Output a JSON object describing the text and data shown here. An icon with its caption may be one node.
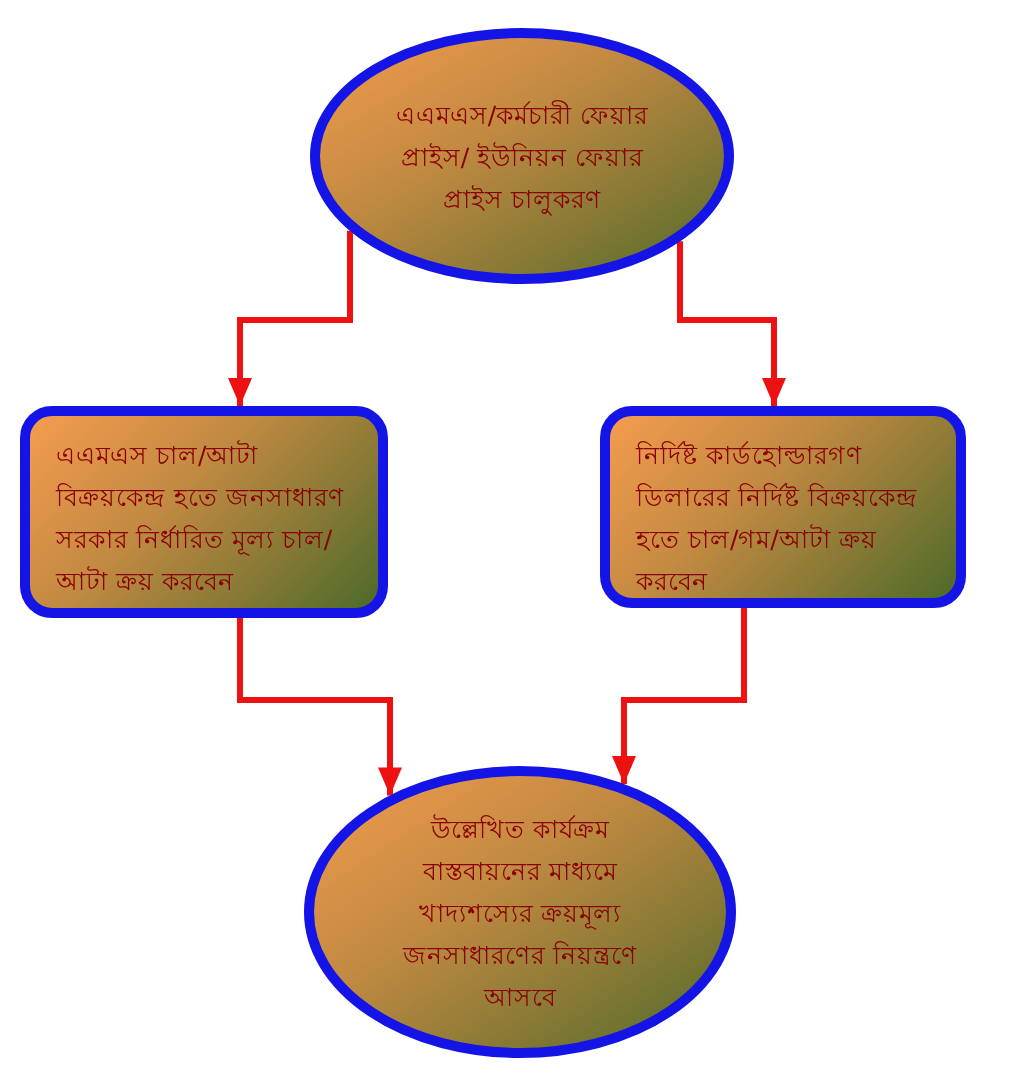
{
  "diagram": {
    "nodes": [
      {
        "text": [
          "এএমএস/কর্মচারী ফেয়ার প্রাইস/ ইউনিয়ন ফেয়ার প্রাইস চালুকরণ"
        ]
      },
      {
        "text": [
          "এএমএস চাল/আটা বিক্রয়কেন্দ্র হতে জনসাধারণ সরকার নির্ধারিত মূল্য চাল/আটা ক্রয় করবেন"
        ]
      },
      {
        "text": [
          "নির্দিষ্ট কার্ডহোল্ডারগণ ডিলারের নির্দিষ্ট বিক্রয়কেন্দ্র হতে চাল/গম/আটা ক্রয় করবেন"
        ]
      },
      {
        "text": [
          "উল্লেখিত কার্যক্রম বাস্তবায়নের মাধ্যমে খাদ্যশস্যের ক্রয়মূল্য জনসাধারণের নিয়ন্ত্রণে আসবে"
        ]
      }
    ],
    "edges": [
      {
        "from": 0,
        "to": 1,
        "arrow": "to"
      },
      {
        "from": 0,
        "to": 2,
        "arrow": "to"
      },
      {
        "from": 1,
        "to": 3,
        "arrow": "to"
      },
      {
        "from": 2,
        "to": 3,
        "arrow": "to"
      }
    ]
  }
}
